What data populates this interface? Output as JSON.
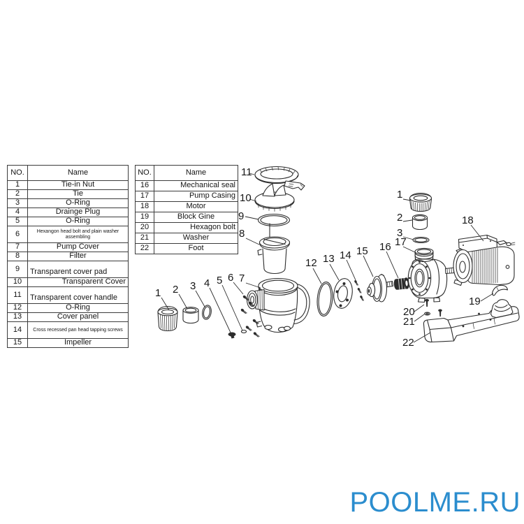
{
  "tables": [
    {
      "headers": {
        "no": "NO.",
        "name": "Name"
      },
      "rows": [
        {
          "no": "1",
          "name": "Tie-in Nut"
        },
        {
          "no": "2",
          "name": "Tie"
        },
        {
          "no": "3",
          "name": "O-Ring"
        },
        {
          "no": "4",
          "name": "Drainge Plug"
        },
        {
          "no": "5",
          "name": "O-Ring"
        },
        {
          "no": "6",
          "name": "Hexangon head bolt and plain washer assembling"
        },
        {
          "no": "7",
          "name": "Pump Cover"
        },
        {
          "no": "8",
          "name": "Filter"
        },
        {
          "no": "9",
          "name": "Transparent cover pad"
        },
        {
          "no": "10",
          "name": "Transparent Cover"
        },
        {
          "no": "11",
          "name": "Transparent cover handle"
        },
        {
          "no": "12",
          "name": "O-Ring"
        },
        {
          "no": "13",
          "name": "Cover panel"
        },
        {
          "no": "14",
          "name": "Cross recessed pan head tapping screws"
        },
        {
          "no": "15",
          "name": "Impeller"
        }
      ]
    },
    {
      "headers": {
        "no": "NO.",
        "name": "Name"
      },
      "rows": [
        {
          "no": "16",
          "name": "Mechanical seal"
        },
        {
          "no": "17",
          "name": "Pump Casing"
        },
        {
          "no": "18",
          "name": "Motor"
        },
        {
          "no": "19",
          "name": "Block Gine"
        },
        {
          "no": "20",
          "name": "Hexagon bolt"
        },
        {
          "no": "21",
          "name": "Washer"
        },
        {
          "no": "22",
          "name": "Foot"
        }
      ]
    }
  ],
  "diagram": {
    "callouts": {
      "left1": "1",
      "left2": "2",
      "left3": "3",
      "left4": "4",
      "left5": "5",
      "left6": "6",
      "c7": "7",
      "c8": "8",
      "c9": "9",
      "c10": "10",
      "c11": "11",
      "c12": "12",
      "c13": "13",
      "c14": "14",
      "c15": "15",
      "c16": "16",
      "c17": "17",
      "right1": "1",
      "right2": "2",
      "right3": "3",
      "c18": "18",
      "c19": "19",
      "c20": "20",
      "c21": "21",
      "c22": "22"
    }
  },
  "watermark": {
    "text": "POOLME.RU",
    "color": "#2b8dce"
  }
}
